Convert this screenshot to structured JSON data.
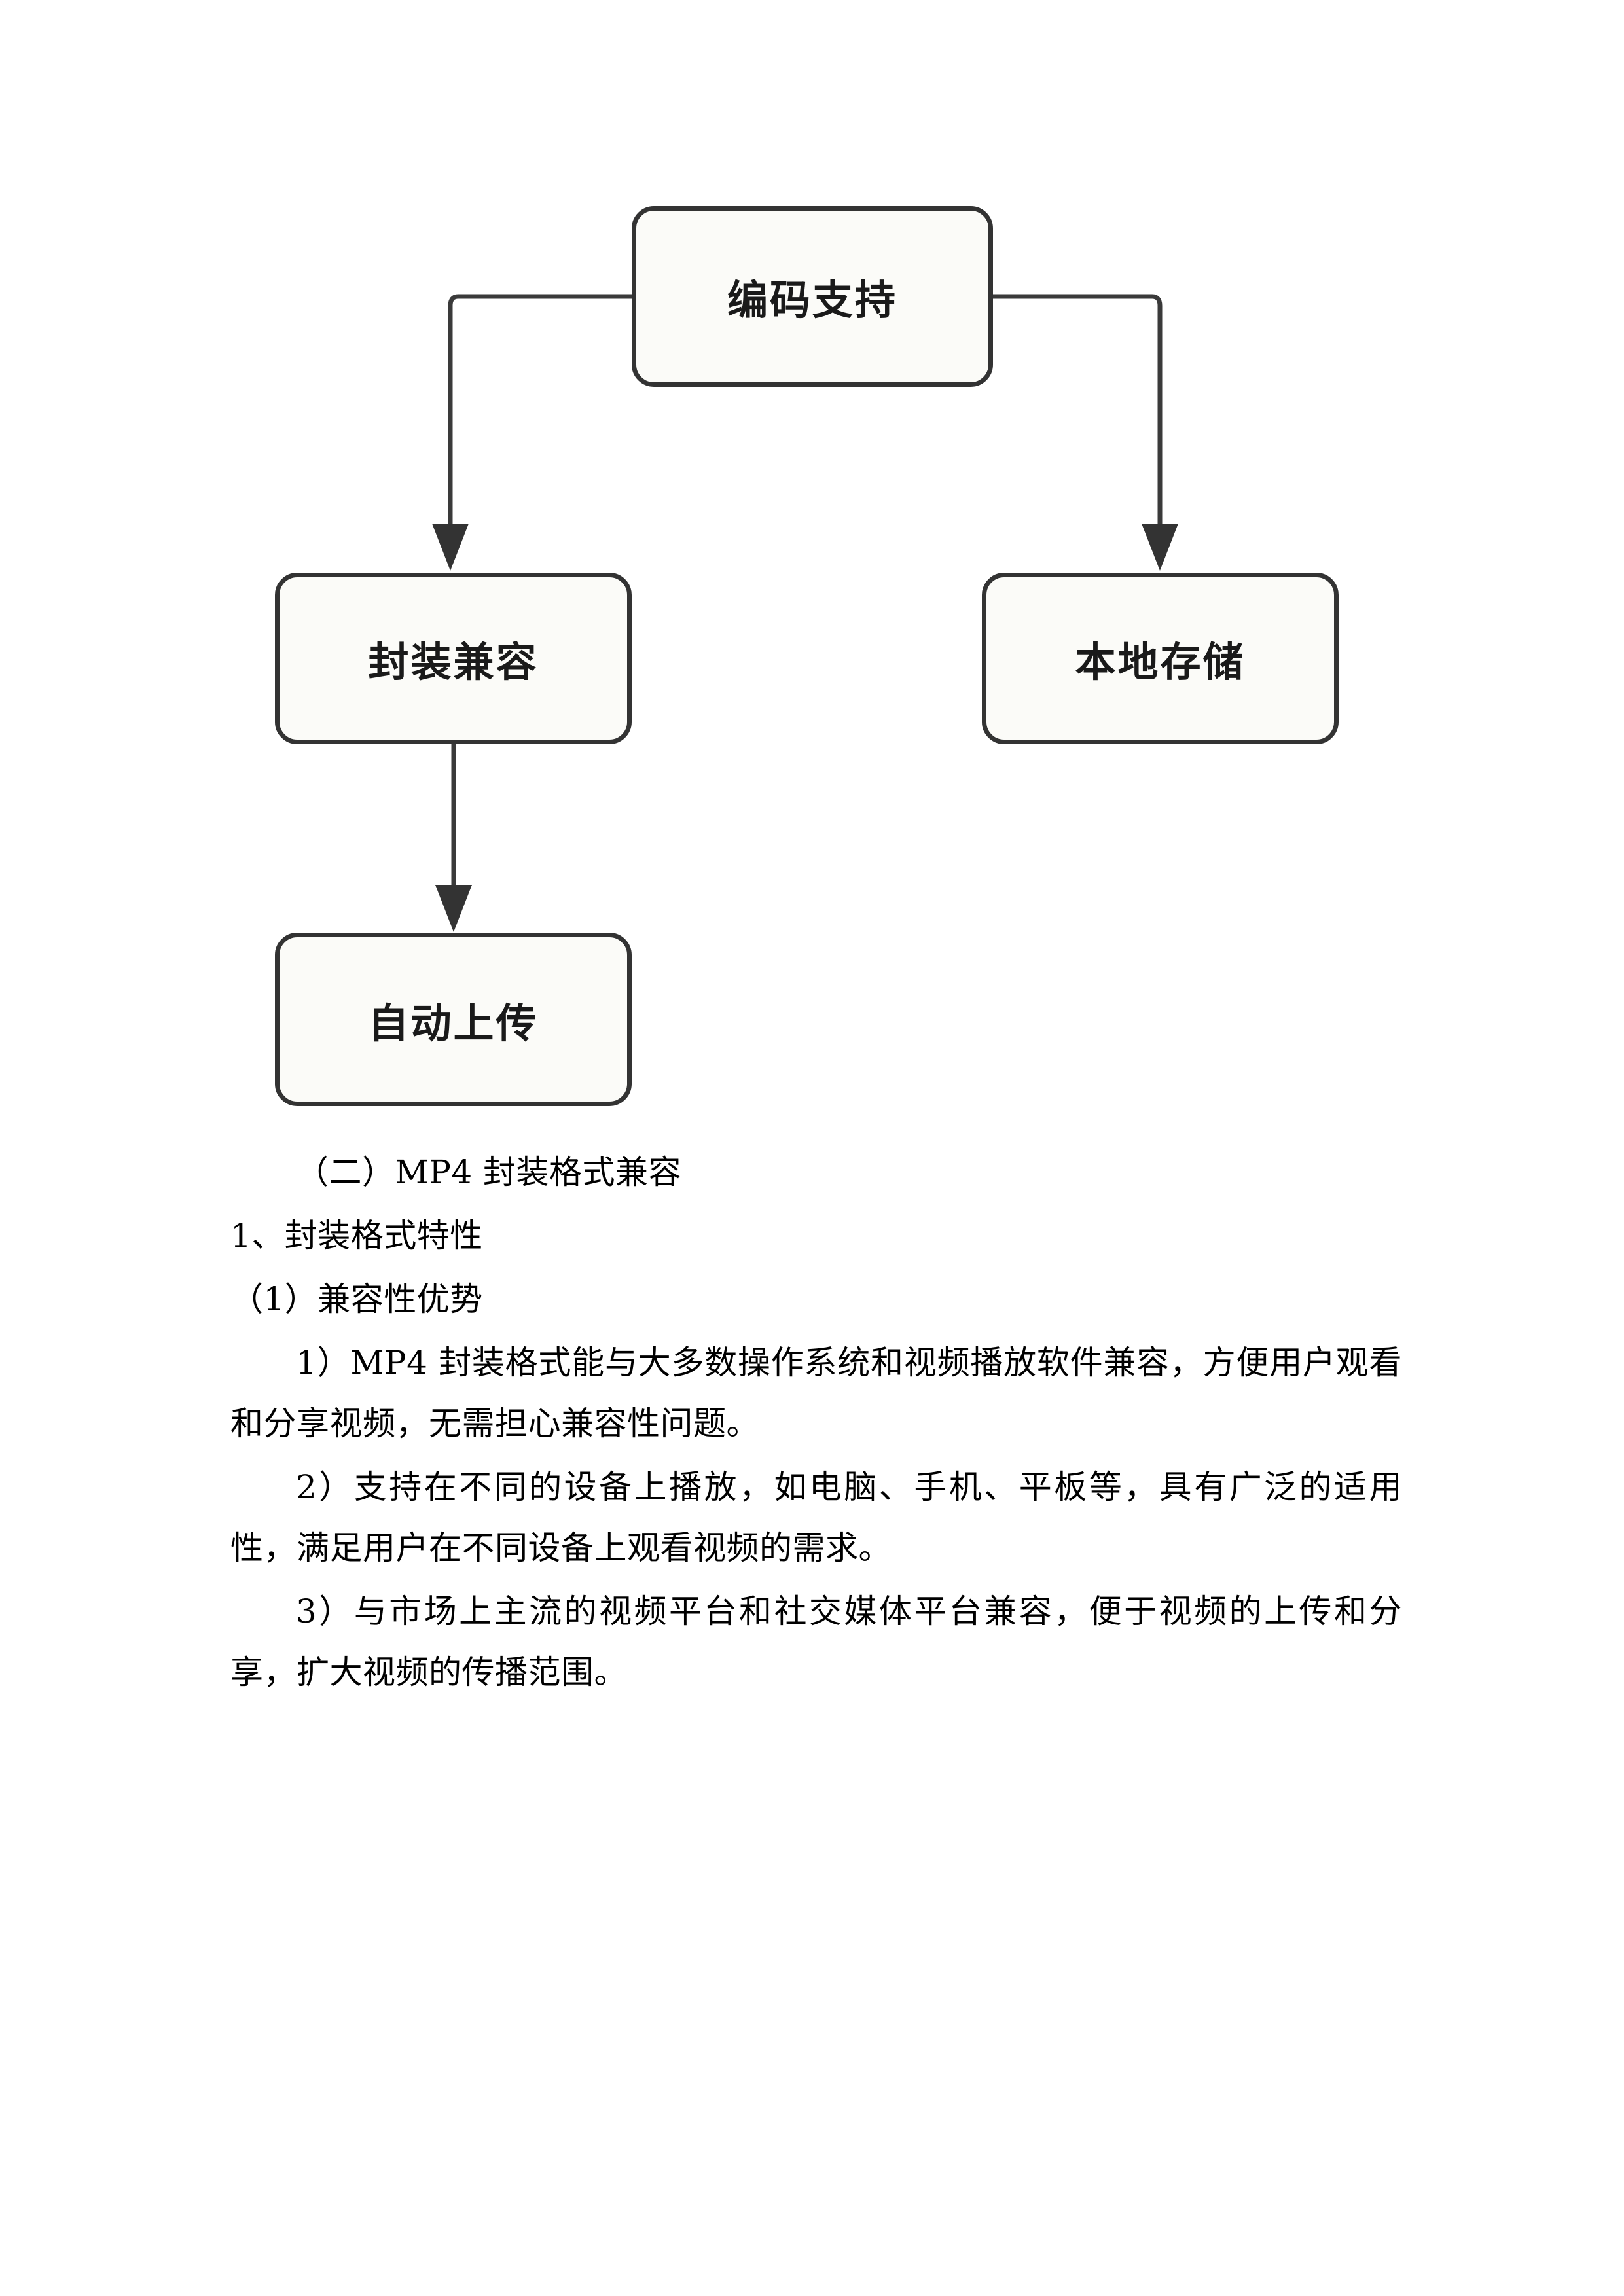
{
  "document": {
    "diagram": {
      "nodes": [
        {
          "id": "encode",
          "label": "编码支持"
        },
        {
          "id": "package",
          "label": "封装兼容"
        },
        {
          "id": "storage",
          "label": "本地存储"
        },
        {
          "id": "upload",
          "label": "自动上传"
        }
      ],
      "edges": [
        {
          "from": "encode",
          "to": "package",
          "style": "orthogonal-left-down",
          "arrowhead": "filled-triangle"
        },
        {
          "from": "encode",
          "to": "storage",
          "style": "orthogonal-right-down",
          "arrowhead": "filled-triangle"
        },
        {
          "from": "package",
          "to": "upload",
          "style": "straight-down",
          "arrowhead": "filled-triangle"
        }
      ],
      "colors": {
        "node_fill": "#fbfbf8",
        "node_border": "#333333",
        "connector": "#3a3a3a"
      }
    },
    "sections": [
      {
        "id": "heading-2",
        "indent": 2,
        "text": "（二）MP4 封装格式兼容"
      },
      {
        "id": "heading-1-list",
        "indent": 0,
        "text": "1、封装格式特性"
      },
      {
        "id": "heading-1-sub",
        "indent": 0,
        "text": "（1）兼容性优势"
      },
      {
        "id": "item-1",
        "indent": 2,
        "text": "1）MP4 封装格式能与大多数操作系统和视频播放软件兼容，方便用户观看和分享视频，无需担心兼容性问题。"
      },
      {
        "id": "item-2",
        "indent": 2,
        "text": "2）支持在不同的设备上播放，如电脑、手机、平板等，具有广泛的适用性，满足用户在不同设备上观看视频的需求。"
      },
      {
        "id": "item-3",
        "indent": 2,
        "text": "3）与市场上主流的视频平台和社交媒体平台兼容，便于视频的上传和分享，扩大视频的传播范围。"
      }
    ]
  }
}
